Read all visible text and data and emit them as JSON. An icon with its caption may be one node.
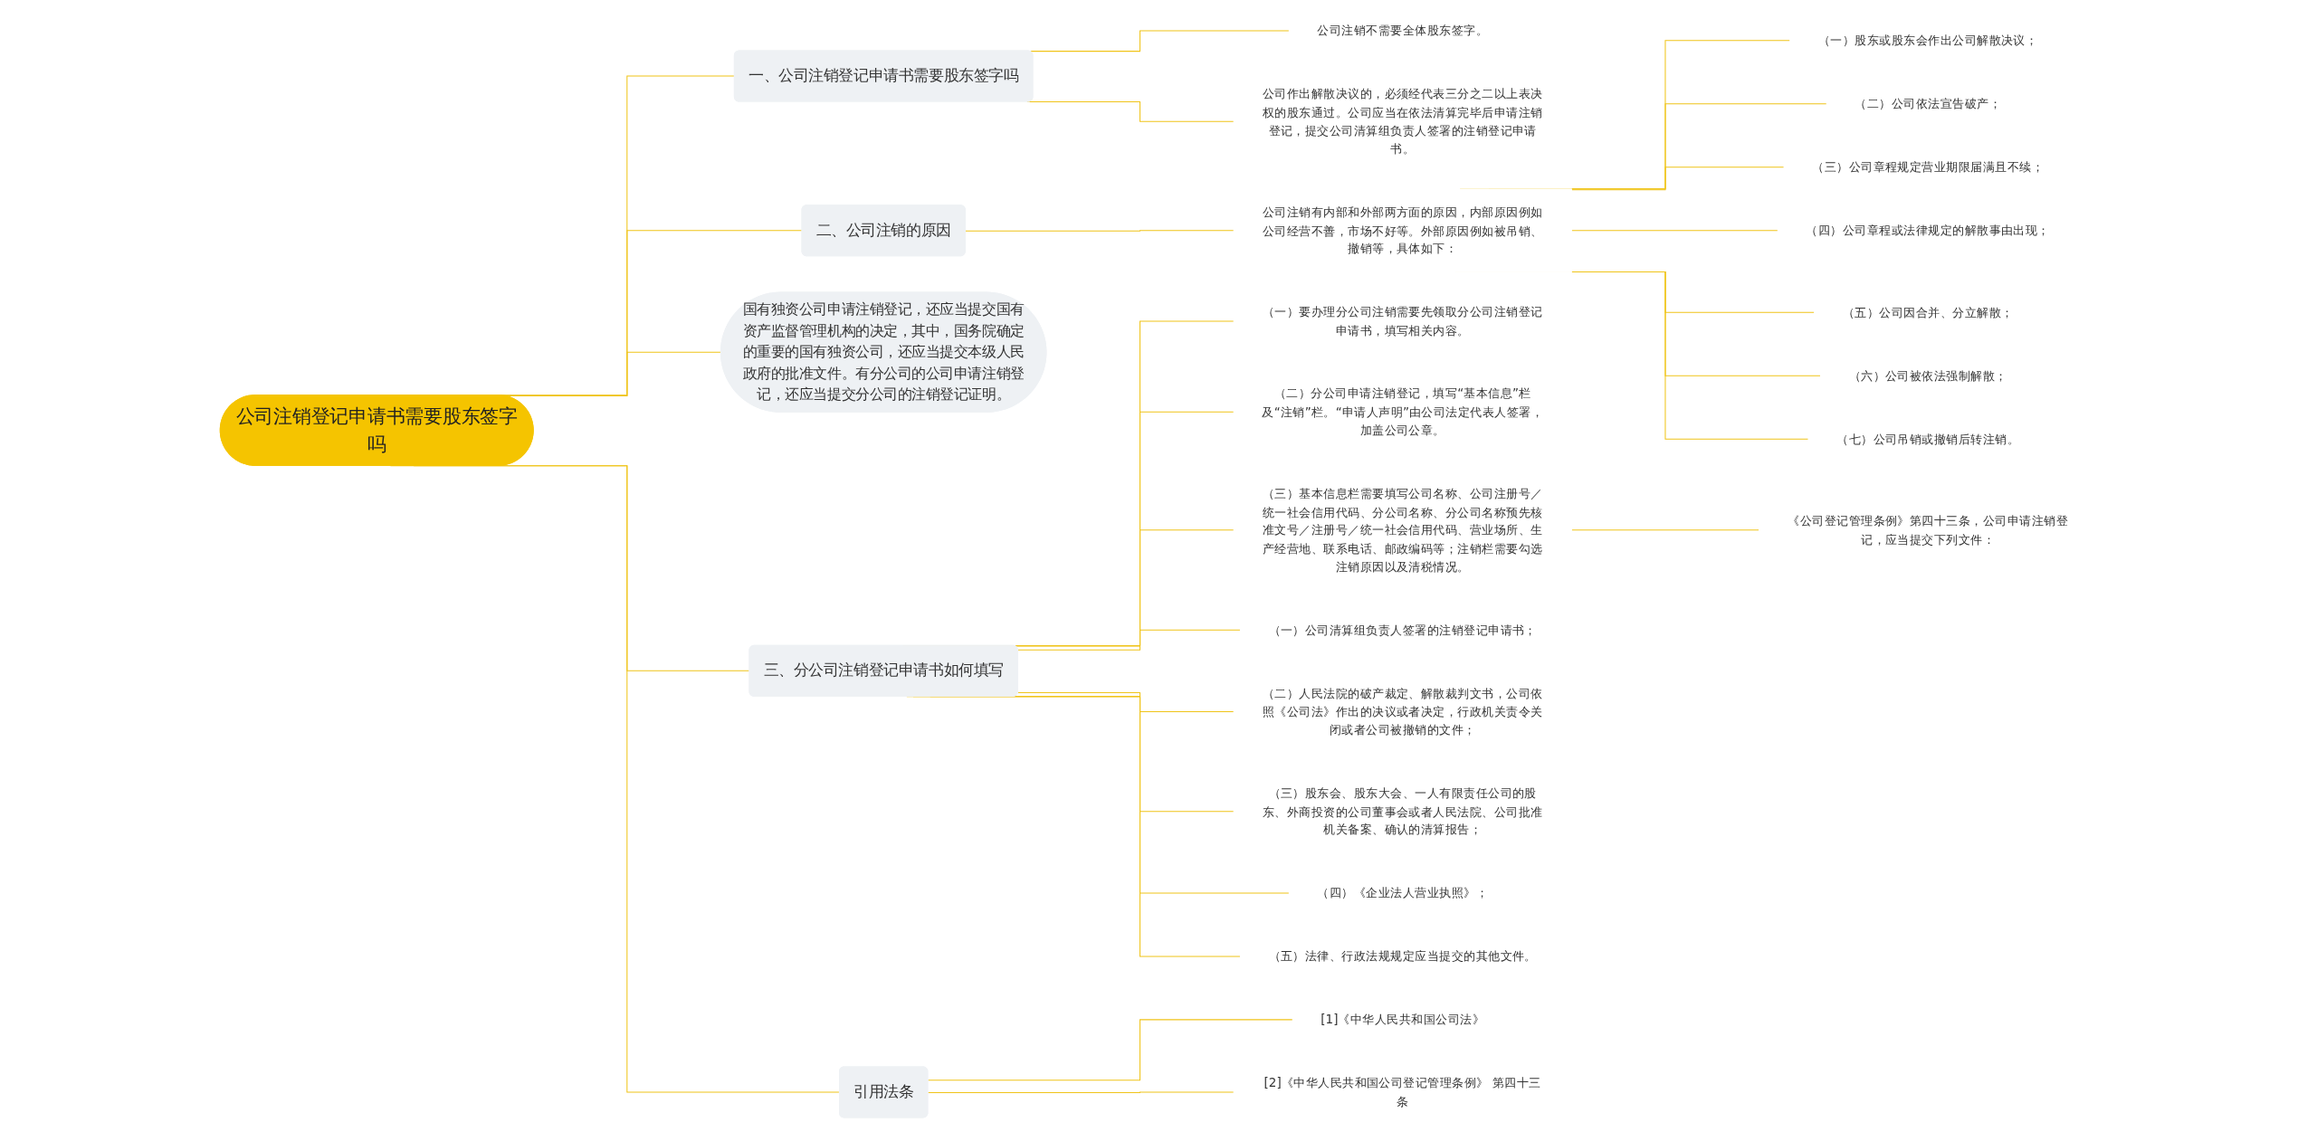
{
  "diagram": {
    "nodes": [
      {
        "text": [
          "公司注销登记申请书需要股东签字吗"
        ]
      },
      {
        "text": [
          "一、公司注销登记申请书需要股东签字吗"
        ]
      },
      {
        "text": [
          "公司注销不需要全体股东签字。"
        ]
      },
      {
        "text": [
          "公司作出解散决议的，必须经代表三分之二以上表决权的股东通过。公司应当在依法清算完毕后申请注销登记，提交公司清算组负责人签署的注销登记申请书。"
        ]
      },
      {
        "text": [
          "二、公司注销的原因"
        ]
      },
      {
        "text": [
          "公司注销有内部和外部两方面的原因，内部原因例如公司经营不善，市场不好等。外部原因例如被吊销、撤销等，具体如下："
        ]
      },
      {
        "text": [
          "（一）股东或股东会作出公司解散决议；"
        ]
      },
      {
        "text": [
          "（二）公司依法宣告破产；"
        ]
      },
      {
        "text": [
          "（三）公司章程规定营业期限届满且不续；"
        ]
      },
      {
        "text": [
          "（四）公司章程或法律规定的解散事由出现；"
        ]
      },
      {
        "text": [
          "（五）公司因合并、分立解散；"
        ]
      },
      {
        "text": [
          "（六）公司被依法强制解散；"
        ]
      },
      {
        "text": [
          "（七）公司吊销或撤销后转注销。"
        ]
      },
      {
        "text": [
          "国有独资公司申请注销登记，还应当提交国有资产监督管理机构的决定，其中，国务院确定的重要的国有独资公司，还应当提交本级人民政府的批准文件。有分公司的公司申请注销登记，还应当提交分公司的注销登记证明。"
        ]
      },
      {
        "text": [
          "三、分公司注销登记申请书如何填写"
        ]
      },
      {
        "text": [
          "（一）要办理分公司注销需要先领取分公司注销登记申请书，填写相关内容。"
        ]
      },
      {
        "text": [
          "（二）分公司申请注销登记，填写“基本信息”栏及“注销”栏。“申请人声明”由公司法定代表人签署，加盖公司公章。"
        ]
      },
      {
        "text": [
          "（三）基本信息栏需要填写公司名称、公司注册号／统一社会信用代码、分公司名称、分公司名称预先核准文号／注册号／统一社会信用代码、营业场所、生产经营地、联系电话、邮政编码等；注销栏需要勾选注销原因以及清税情况。"
        ]
      },
      {
        "text": [
          "《公司登记管理条例》第四十三条，公司申请注销登记，应当提交下列文件："
        ]
      },
      {
        "text": [
          "（一）公司清算组负责人签署的注销登记申请书；"
        ]
      },
      {
        "text": [
          "（二）人民法院的破产裁定、解散裁判文书，公司依照《公司法》作出的决议或者决定，行政机关责令关闭或者公司被撤销的文件；"
        ]
      },
      {
        "text": [
          "（三）股东会、股东大会、一人有限责任公司的股东、外商投资的公司董事会或者人民法院、公司批准机关备案、确认的清算报告；"
        ]
      },
      {
        "text": [
          "（四）《企业法人营业执照》；"
        ]
      },
      {
        "text": [
          "（五）法律、行政法规规定应当提交的其他文件。"
        ]
      },
      {
        "text": [
          "引用法条"
        ]
      },
      {
        "text": [
          "[1]《中华人民共和国公司法》"
        ]
      },
      {
        "text": [
          "[2]《中华人民共和国公司登记管理条例》 第四十三条"
        ]
      }
    ],
    "edges": [
      {
        "from": 0,
        "to": 1,
        "arrow": "none"
      },
      {
        "from": 1,
        "to": 2,
        "arrow": "none"
      },
      {
        "from": 1,
        "to": 3,
        "arrow": "none"
      },
      {
        "from": 0,
        "to": 4,
        "arrow": "none"
      },
      {
        "from": 4,
        "to": 5,
        "arrow": "none"
      },
      {
        "from": 5,
        "to": 6,
        "arrow": "none"
      },
      {
        "from": 5,
        "to": 7,
        "arrow": "none"
      },
      {
        "from": 5,
        "to": 8,
        "arrow": "none"
      },
      {
        "from": 5,
        "to": 9,
        "arrow": "none"
      },
      {
        "from": 5,
        "to": 10,
        "arrow": "none"
      },
      {
        "from": 5,
        "to": 11,
        "arrow": "none"
      },
      {
        "from": 5,
        "to": 12,
        "arrow": "none"
      },
      {
        "from": 0,
        "to": 13,
        "arrow": "none"
      },
      {
        "from": 0,
        "to": 14,
        "arrow": "none"
      },
      {
        "from": 14,
        "to": 15,
        "arrow": "none"
      },
      {
        "from": 14,
        "to": 16,
        "arrow": "none"
      },
      {
        "from": 14,
        "to": 17,
        "arrow": "none"
      },
      {
        "from": 17,
        "to": 18,
        "arrow": "none"
      },
      {
        "from": 14,
        "to": 19,
        "arrow": "none"
      },
      {
        "from": 14,
        "to": 20,
        "arrow": "none"
      },
      {
        "from": 14,
        "to": 21,
        "arrow": "none"
      },
      {
        "from": 14,
        "to": 22,
        "arrow": "none"
      },
      {
        "from": 14,
        "to": 23,
        "arrow": "none"
      },
      {
        "from": 0,
        "to": 24,
        "arrow": "none"
      },
      {
        "from": 24,
        "to": 25,
        "arrow": "none"
      },
      {
        "from": 24,
        "to": 26,
        "arrow": "none"
      }
    ]
  }
}
